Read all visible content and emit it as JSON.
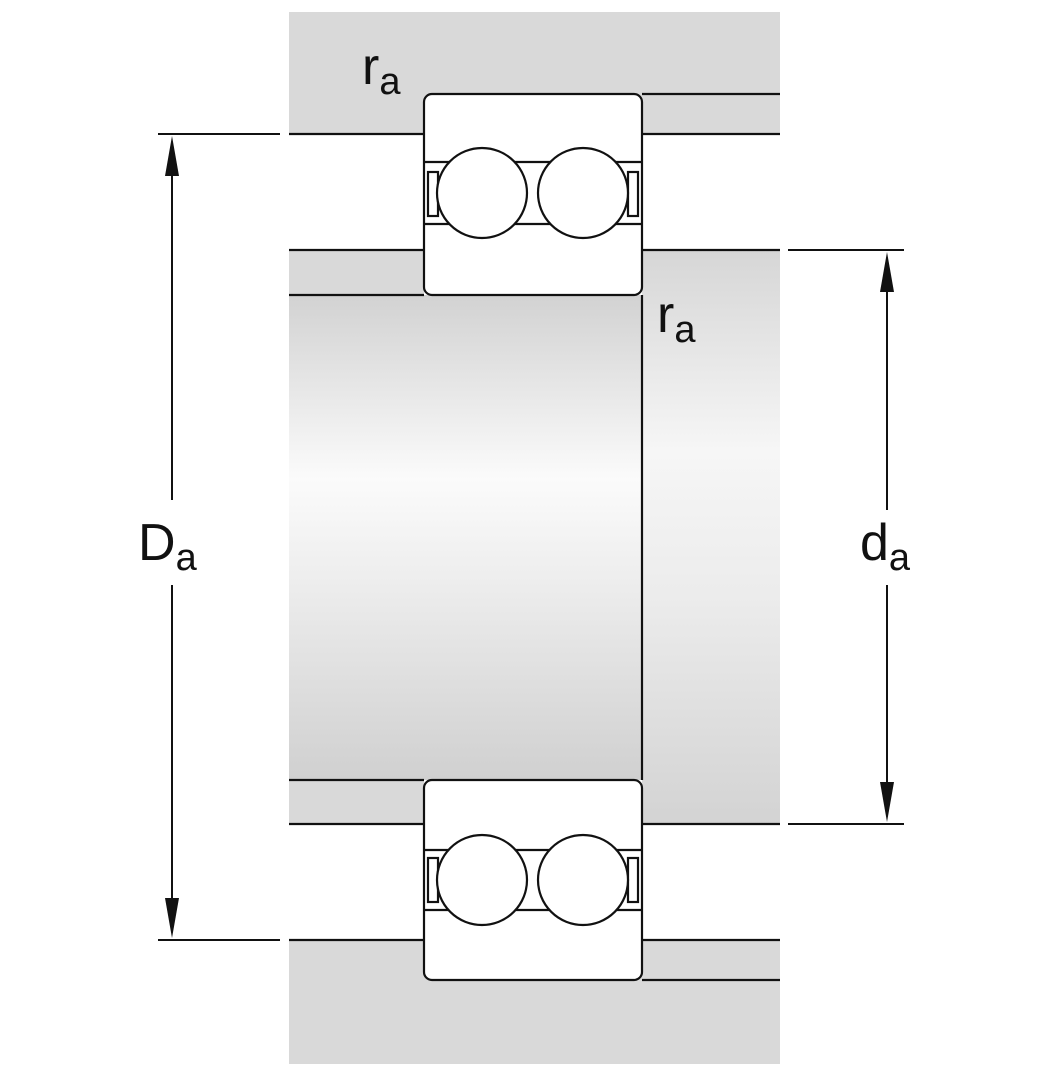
{
  "labels": {
    "ra_top": {
      "main": "r",
      "sub": "a"
    },
    "ra_mid": {
      "main": "r",
      "sub": "a"
    },
    "Da": {
      "main": "D",
      "sub": "a"
    },
    "da": {
      "main": "d",
      "sub": "a"
    }
  },
  "colors": {
    "housing": "#d9d9d9",
    "shaft_light": "#f7f7f7",
    "shaft_dark": "#d4d4d4",
    "ring_fill": "#ffffff",
    "line": "#111111"
  }
}
